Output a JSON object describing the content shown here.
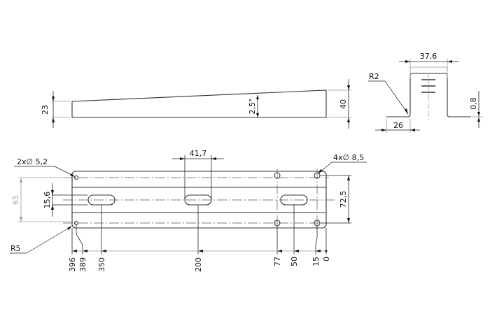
{
  "side_view": {
    "height_left": "23",
    "height_right": "40",
    "angle": "2,5°"
  },
  "end_view": {
    "width_top": "37,6",
    "flange_width": "26",
    "thickness": "0,8",
    "bend_radius": "R2"
  },
  "top_view": {
    "small_holes": "2x∅ 5,2",
    "large_holes": "4x∅ 8,5",
    "slot_length": "41,7",
    "slot_width": "15,6",
    "hole_spacing_left": "65",
    "hole_spacing_right": "72,5",
    "corner_radius": "R5",
    "ordinate_dims": [
      "396",
      "389",
      "350",
      "200",
      "77",
      "50",
      "15",
      "0"
    ]
  }
}
